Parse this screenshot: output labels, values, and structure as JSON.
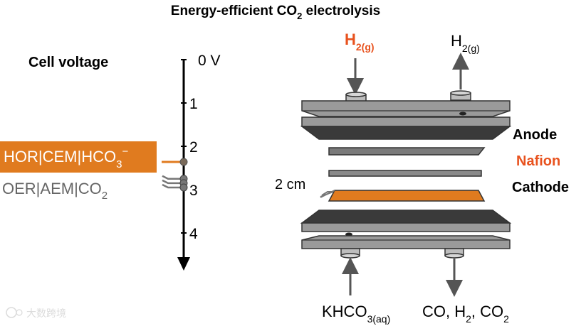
{
  "title": {
    "main": "Energy-efficient CO",
    "sub": "2",
    "tail": " electrolysis"
  },
  "voltage_axis": {
    "label": "Cell voltage",
    "ticks": [
      {
        "label": "0 V",
        "value": 0
      },
      {
        "label": "1",
        "value": 1
      },
      {
        "label": "2",
        "value": 2
      },
      {
        "label": "3",
        "value": 3
      },
      {
        "label": "4",
        "value": 4
      }
    ],
    "markers": [
      {
        "name": "HOR|CEM|HCO3-",
        "text": "HOR|CEM|HCO",
        "sub": "3",
        "sup": "−",
        "value": 2.2,
        "color": "#e07b1f",
        "highlight": true
      },
      {
        "name": "OER|AEM|CO2",
        "text": "OER|AEM|CO",
        "sub": "2",
        "value_range": [
          2.75,
          2.95
        ],
        "points": [
          2.75,
          2.85,
          2.95
        ],
        "color": "#666666"
      }
    ]
  },
  "cell": {
    "top_inlet": {
      "text": "H",
      "sub": "2(g)",
      "color": "#e8521e"
    },
    "top_outlet": {
      "text": "H",
      "sub": "2(g)"
    },
    "labels": {
      "anode": {
        "text": "Anode",
        "color": "#000000"
      },
      "nafion": {
        "text": "Nafion",
        "color": "#e8521e"
      },
      "cathode": {
        "text": "Cathode",
        "color": "#000000"
      }
    },
    "scale": "2 cm",
    "bottom_inlet": {
      "text": "KHCO",
      "sub": "3(aq)"
    },
    "bottom_outlet": {
      "p1": "CO, H",
      "s1": "2",
      "p2": ", CO",
      "s2": "2"
    }
  },
  "watermark": "大数跨境",
  "colors": {
    "orange": "#e07b1f",
    "plate": "#9a9a9a",
    "plate_dark": "#3a3a3a",
    "gray_text": "#666666"
  }
}
